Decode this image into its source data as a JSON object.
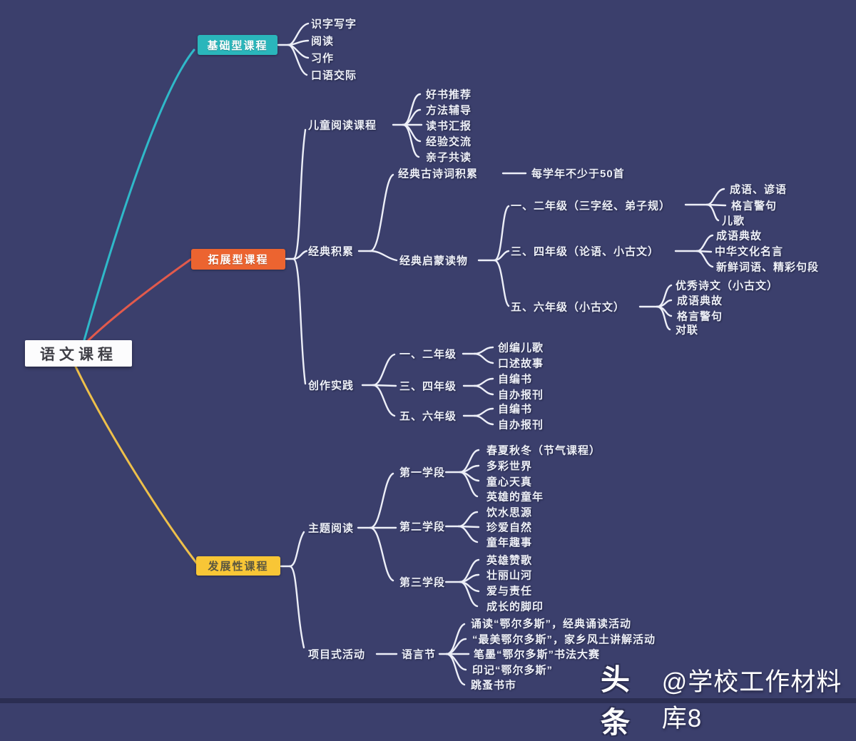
{
  "root": {
    "label": "语文课程"
  },
  "basic": {
    "label": "基础型课程",
    "items": [
      "识字写字",
      "阅读",
      "习作",
      "口语交际"
    ]
  },
  "expansion": {
    "label": "拓展型课程",
    "reading": {
      "label": "儿童阅读课程",
      "items": [
        "好书推荐",
        "方法辅导",
        "读书汇报",
        "经验交流",
        "亲子共读"
      ]
    },
    "classic": {
      "label": "经典积累",
      "poetry": {
        "label": "经典古诗词积累",
        "note": "每学年不少于50首"
      },
      "enlighten": {
        "label": "经典启蒙读物",
        "grades": [
          {
            "label": "一、二年级（三字经、弟子规）",
            "items": [
              "成语、谚语",
              "格言警句",
              "儿歌"
            ]
          },
          {
            "label": "三、四年级（论语、小古文）",
            "items": [
              "成语典故",
              "中华文化名言",
              "新鲜词语、精彩句段"
            ]
          },
          {
            "label": "五、六年级（小古文）",
            "items": [
              "优秀诗文（小古文）",
              "成语典故",
              "格言警句",
              "对联"
            ]
          }
        ]
      }
    },
    "practice": {
      "label": "创作实践",
      "grades": [
        {
          "label": "一、二年级",
          "items": [
            "创编儿歌",
            "口述故事"
          ]
        },
        {
          "label": "三、四年级",
          "items": [
            "自编书",
            "自办报刊"
          ]
        },
        {
          "label": "五、六年级",
          "items": [
            "自编书",
            "自办报刊"
          ]
        }
      ]
    }
  },
  "development": {
    "label": "发展性课程",
    "theme": {
      "label": "主题阅读",
      "stages": [
        {
          "label": "第一学段",
          "items": [
            "春夏秋冬（节气课程）",
            "多彩世界",
            "童心天真",
            "英雄的童年"
          ]
        },
        {
          "label": "第二学段",
          "items": [
            "饮水思源",
            "珍爱自然",
            "童年趣事"
          ]
        },
        {
          "label": "第三学段",
          "items": [
            "英雄赞歌",
            "壮丽山河",
            "爱与责任",
            "成长的脚印"
          ]
        }
      ]
    },
    "project": {
      "label": "项目式活动",
      "festival": {
        "label": "语言节",
        "items": [
          "诵读“鄂尔多斯”，经典诵读活动",
          "“最美鄂尔多斯”，家乡风土讲解活动",
          "笔墨“鄂尔多斯”书法大赛",
          "印记“鄂尔多斯”",
          "跳蚤书市"
        ]
      }
    }
  },
  "watermark": {
    "logo": "头条",
    "account": "@学校工作材料库8"
  },
  "colors": {
    "background": "#3b3f6c",
    "basic_box": "#2ab6bb",
    "expansion_box": "#ec6430",
    "development_box": "#f8c636",
    "line": "#edeff8",
    "branch_basic": "#2fb9c9",
    "branch_expansion": "#e25a4c",
    "branch_development": "#eec04a"
  }
}
